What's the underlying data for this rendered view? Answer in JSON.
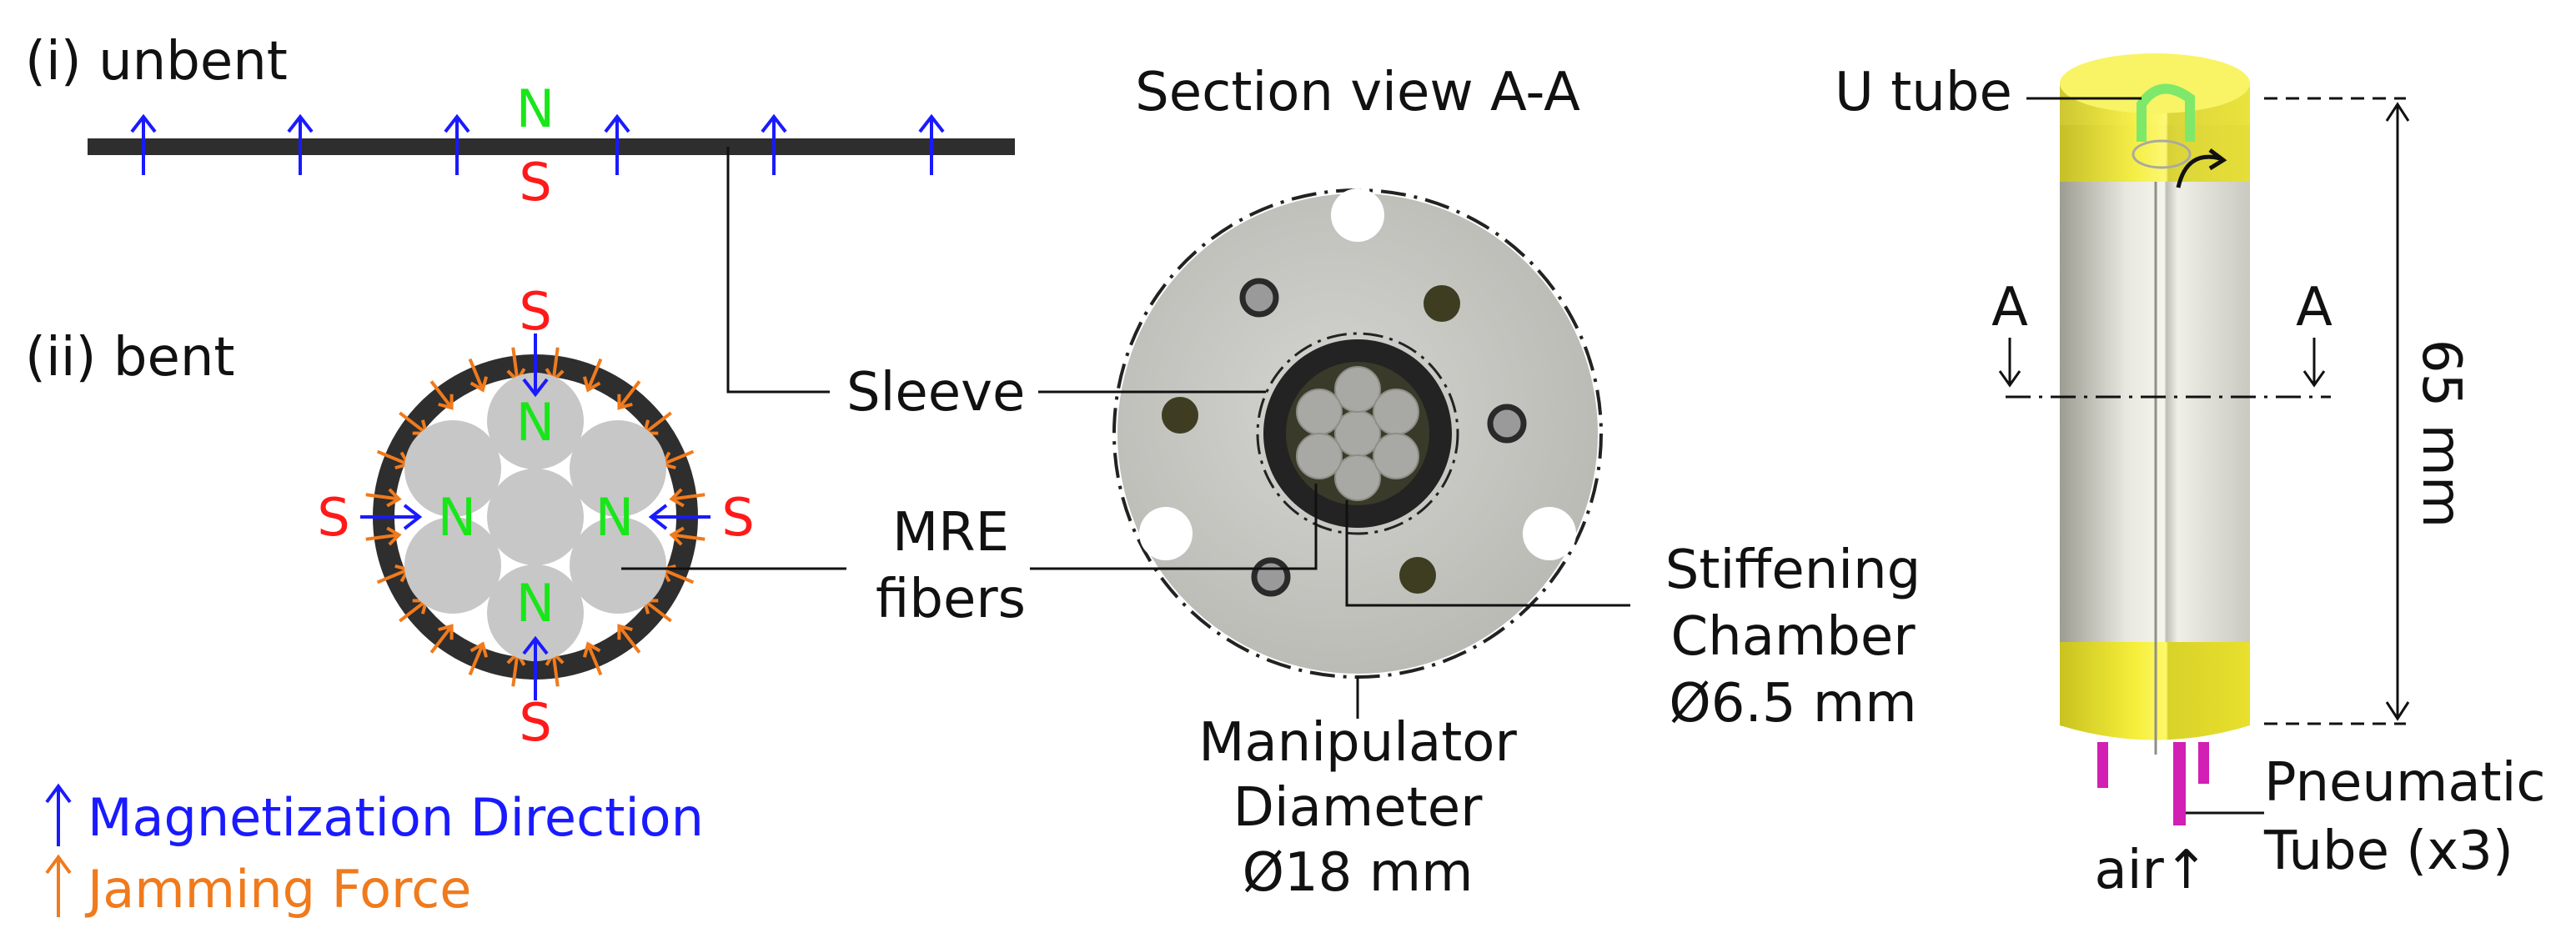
{
  "panel_i": {
    "label": "(i) unbent",
    "north": "N",
    "south": "S"
  },
  "panel_ii": {
    "label": "(ii) bent",
    "north": "N",
    "south": "S"
  },
  "section": {
    "title": "Section view A-A",
    "sleeve": "Sleeve",
    "mre_line1": "MRE",
    "mre_line2": "fibers",
    "stiff_line1": "Stiffening",
    "stiff_line2": "Chamber",
    "stiff_line3": "Ø6.5 mm",
    "manip_line1": "Manipulator",
    "manip_line2": "Diameter",
    "manip_line3": "Ø18 mm"
  },
  "device": {
    "u_tube": "U tube",
    "section_mark": "A",
    "height": "65 mm",
    "pneumatic_line1": "Pneumatic",
    "pneumatic_line2": "Tube (x3)",
    "air": "air↑"
  },
  "legend": {
    "magnetization": "Magnetization Direction",
    "jamming": "Jamming Force",
    "arrow_glyph": "↑"
  },
  "colors": {
    "magnetization": "#1a1aff",
    "jamming": "#f07a1c",
    "north": "#19e619",
    "south": "#ff1a1a",
    "device_end": "#f4ec2c",
    "pneumatic_tube": "#d21fb4",
    "u_tube": "#7ee86a"
  }
}
